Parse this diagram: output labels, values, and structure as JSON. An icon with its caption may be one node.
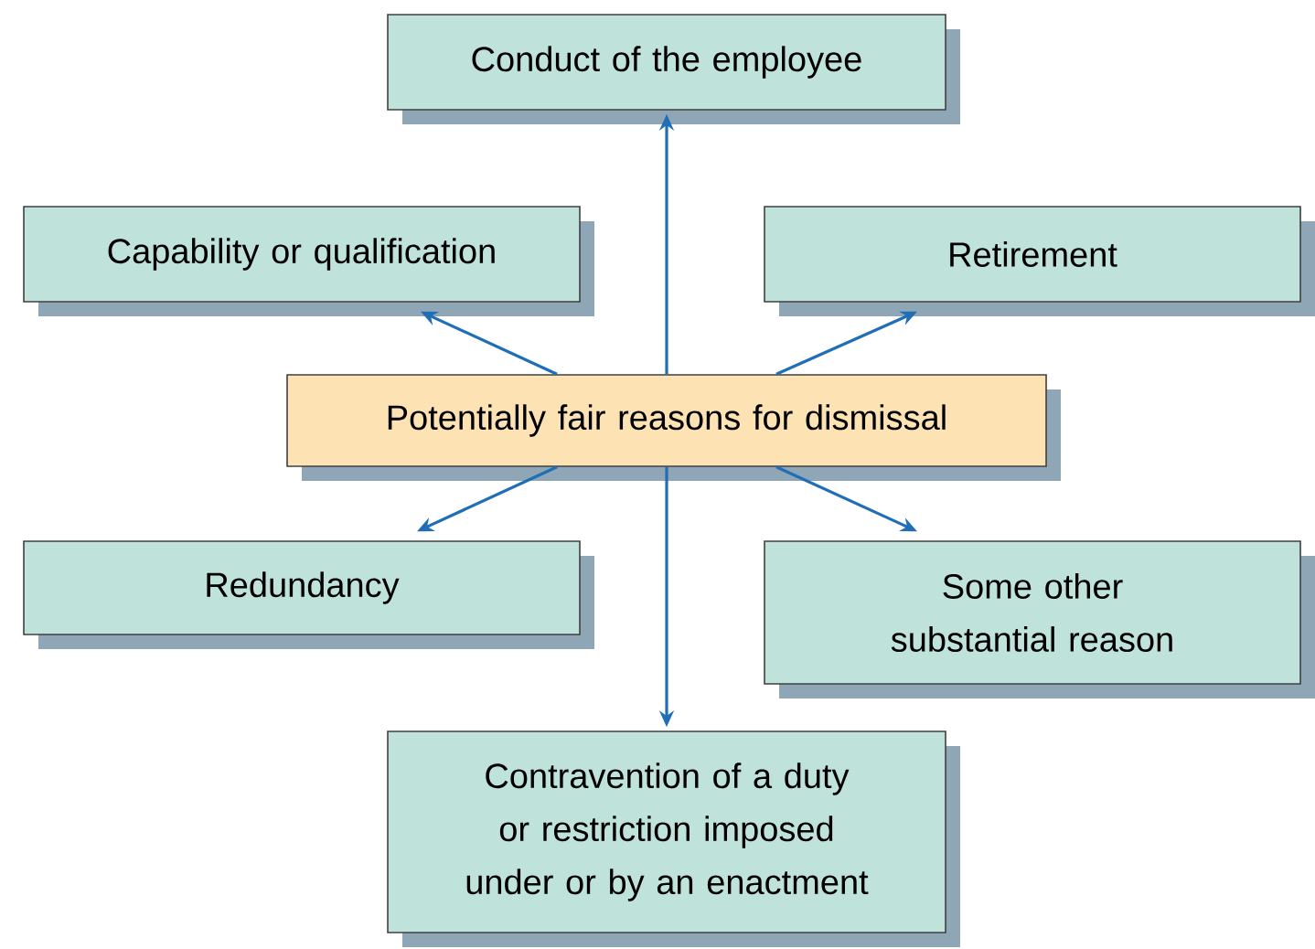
{
  "diagram": {
    "nodes": [
      {
        "text": [
          "Potentially fair reasons for dismissal"
        ]
      },
      {
        "text": [
          "Conduct of the employee"
        ]
      },
      {
        "text": [
          "Capability or qualification"
        ]
      },
      {
        "text": [
          "Retirement"
        ]
      },
      {
        "text": [
          "Redundancy"
        ]
      },
      {
        "text": [
          "Some other substantial reason"
        ]
      },
      {
        "text": [
          "Contravention of a duty or restriction imposed under or by an enactment"
        ]
      }
    ],
    "edges": [
      {
        "from": 0,
        "to": 1,
        "arrow": "to"
      },
      {
        "from": 0,
        "to": 2,
        "arrow": "to"
      },
      {
        "from": 0,
        "to": 3,
        "arrow": "to"
      },
      {
        "from": 0,
        "to": 4,
        "arrow": "to"
      },
      {
        "from": 0,
        "to": 5,
        "arrow": "to"
      },
      {
        "from": 0,
        "to": 6,
        "arrow": "to"
      }
    ]
  }
}
